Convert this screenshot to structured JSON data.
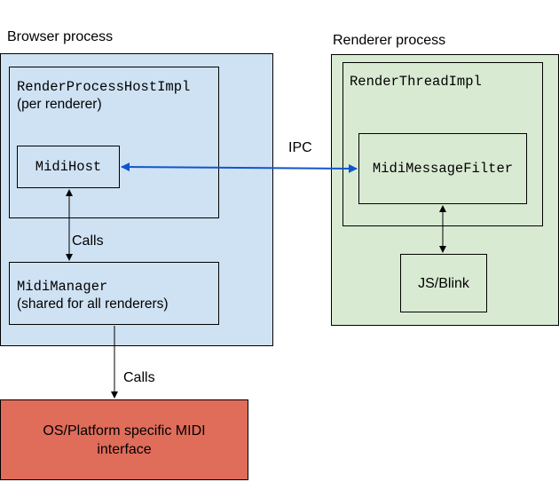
{
  "browser": {
    "title": "Browser process",
    "rphi_title": "RenderProcessHostImpl",
    "rphi_subtitle": "(per renderer)",
    "midihost": "MidiHost",
    "calls_label": "Calls",
    "midimanager_title": "MidiManager",
    "midimanager_subtitle": "(shared for all renderers)"
  },
  "renderer": {
    "title": "Renderer process",
    "renderthread": "RenderThreadImpl",
    "filter": "MidiMessageFilter",
    "jsblink": "JS/Blink"
  },
  "ipc_label": "IPC",
  "os_calls_label": "Calls",
  "os_line1": "OS/Platform specific MIDI",
  "os_line2": "interface",
  "colors": {
    "browser_fill": "#cfe2f3",
    "renderer_fill": "#d9ead3",
    "os_fill": "#e06c5a",
    "ipc_arrow": "#1155cc"
  }
}
